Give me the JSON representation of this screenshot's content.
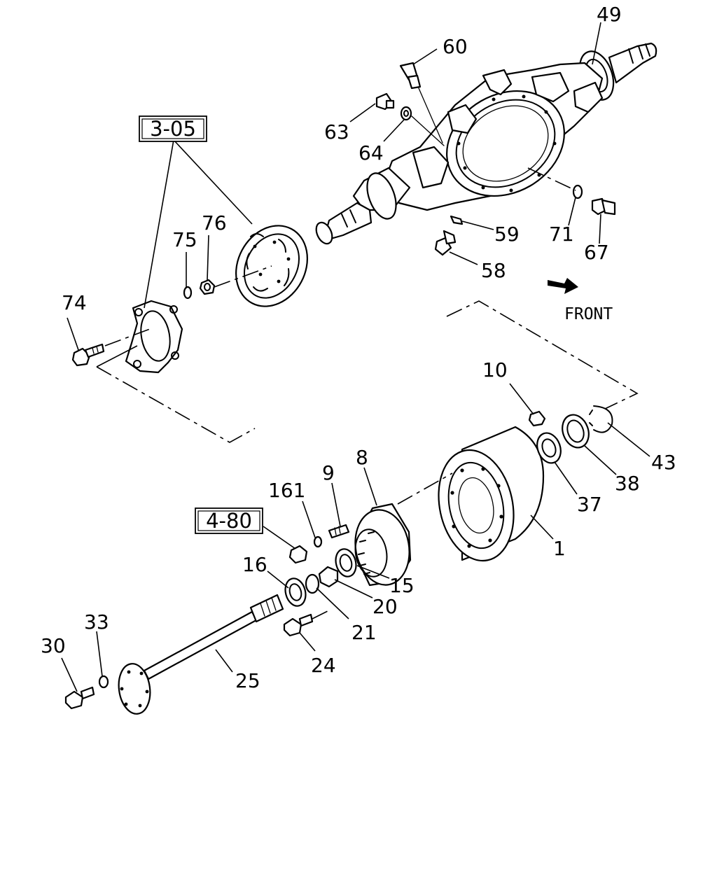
{
  "diagram": {
    "front_label": "FRONT",
    "ref_boxes": {
      "brake_group": "3-05",
      "nut_group": "4-80"
    },
    "parts": {
      "p1": "1",
      "p8": "8",
      "p9": "9",
      "p10": "10",
      "p15": "15",
      "p16": "16",
      "p20": "20",
      "p21": "21",
      "p24": "24",
      "p25": "25",
      "p30": "30",
      "p33": "33",
      "p37": "37",
      "p38": "38",
      "p43": "43",
      "p49": "49",
      "p58": "58",
      "p59": "59",
      "p60": "60",
      "p63": "63",
      "p64": "64",
      "p67": "67",
      "p71": "71",
      "p74": "74",
      "p75": "75",
      "p76": "76",
      "p161": "161"
    }
  }
}
